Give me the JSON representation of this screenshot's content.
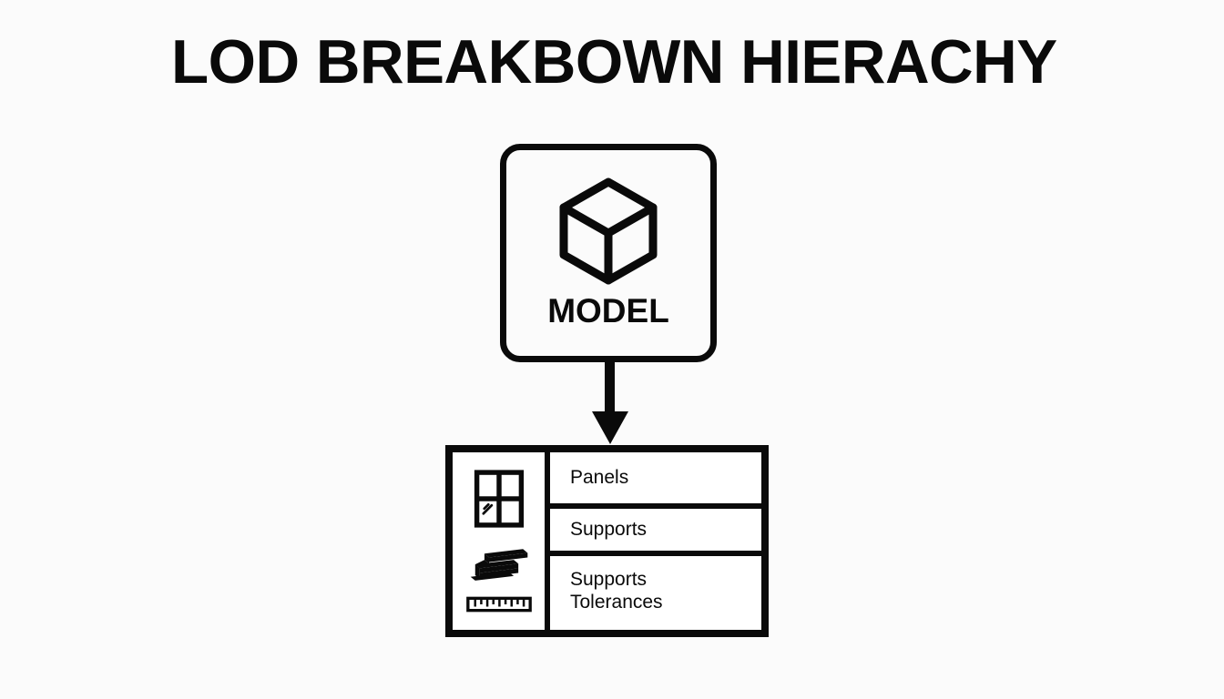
{
  "page": {
    "title": "LOD BREAKBOWN HIERACHY",
    "background_color": "#fbfbfb",
    "ink_color": "#0a0a0a"
  },
  "model_node": {
    "label": "MODEL",
    "icon": "cube-icon"
  },
  "connector": {
    "icon": "down-arrow-icon",
    "direction": "down"
  },
  "breakdown_table": {
    "icons": [
      {
        "name": "window-panel-icon"
      },
      {
        "name": "i-beam-icon"
      },
      {
        "name": "ruler-icon"
      }
    ],
    "rows": [
      {
        "label": "Panels"
      },
      {
        "label": "Supports"
      },
      {
        "label": "Supports\nTolerances"
      }
    ]
  }
}
